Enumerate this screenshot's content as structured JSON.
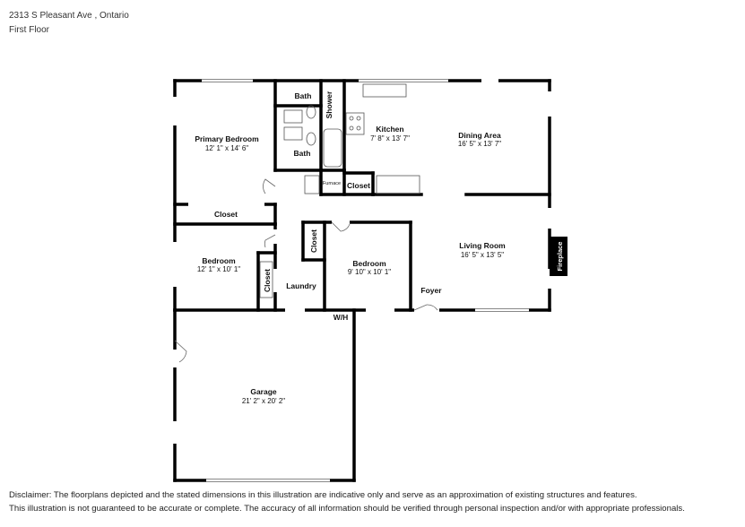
{
  "header": {
    "address": "2313 S Pleasant Ave , Ontario",
    "floor": "First Floor"
  },
  "rooms": {
    "primary_bedroom": {
      "name": "Primary Bedroom",
      "dims": "12' 1\" x 14' 6\""
    },
    "bath_upper": {
      "name": "Bath"
    },
    "shower": {
      "name": "Shower"
    },
    "bath_lower": {
      "name": "Bath"
    },
    "kitchen": {
      "name": "Kitchen",
      "dims": "7' 8\" x 13' 7\""
    },
    "dining_area": {
      "name": "Dining Area",
      "dims": "16' 5\" x 13' 7\""
    },
    "furnace": {
      "name": "Furnace"
    },
    "closet_kitchen": {
      "name": "Closet"
    },
    "closet_primary": {
      "name": "Closet"
    },
    "bedroom_left": {
      "name": "Bedroom",
      "dims": "12' 1\" x 10' 1\""
    },
    "closet_left": {
      "name": "Closet"
    },
    "laundry": {
      "name": "Laundry"
    },
    "closet_middle": {
      "name": "Closet"
    },
    "bedroom_middle": {
      "name": "Bedroom",
      "dims": "9' 10\" x 10' 1\""
    },
    "living_room": {
      "name": "Living Room",
      "dims": "16' 5\" x 13' 5\""
    },
    "fireplace": {
      "name": "Fireplace"
    },
    "foyer": {
      "name": "Foyer"
    },
    "wh": {
      "name": "W/H"
    },
    "garage": {
      "name": "Garage",
      "dims": "21' 2\" x 20' 2\""
    }
  },
  "disclaimer": {
    "line1": "Disclaimer: The floorplans depicted and the stated dimensions in this illustration are indicative only and serve as an approximation of existing structures and features.",
    "line2": "This illustration is not guaranteed to be accurate or complete. The accuracy of all information should be verified through personal inspection and/or with appropriate professionals."
  }
}
